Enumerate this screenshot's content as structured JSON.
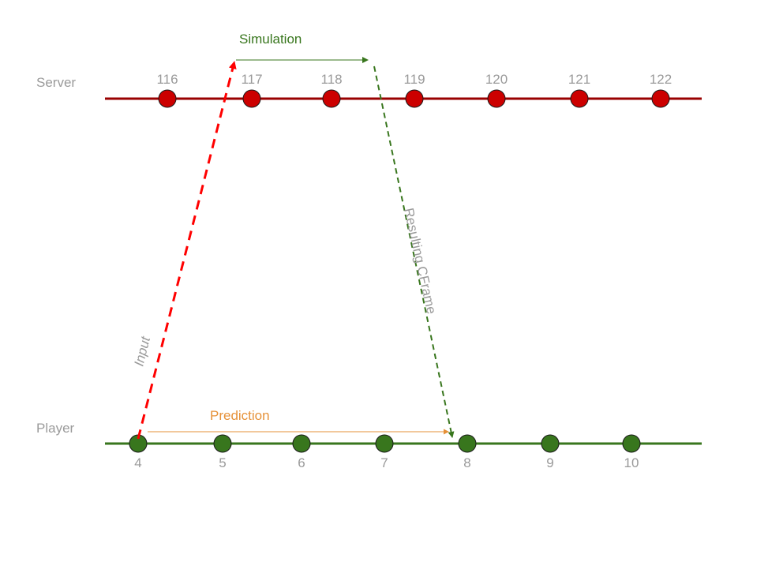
{
  "lanes": {
    "server": {
      "label": "Server",
      "color": "#990000",
      "dot_color": "#cc0000",
      "ticks": [
        "116",
        "117",
        "118",
        "119",
        "120",
        "121",
        "122"
      ]
    },
    "player": {
      "label": "Player",
      "color": "#38761d",
      "dot_color": "#38761d",
      "ticks": [
        "4",
        "5",
        "6",
        "7",
        "8",
        "9",
        "10"
      ]
    }
  },
  "arrows": {
    "input": {
      "label": "Input",
      "color": "#ff0000"
    },
    "simulation": {
      "label": "Simulation",
      "color": "#38761d"
    },
    "resulting_cframe": {
      "label": "Resulting CFrame",
      "color": "#38761d"
    },
    "prediction": {
      "label": "Prediction",
      "color": "#e69138"
    }
  },
  "colors": {
    "label_gray": "#9a9a9a",
    "dot_outline": "#1a1a1a"
  }
}
